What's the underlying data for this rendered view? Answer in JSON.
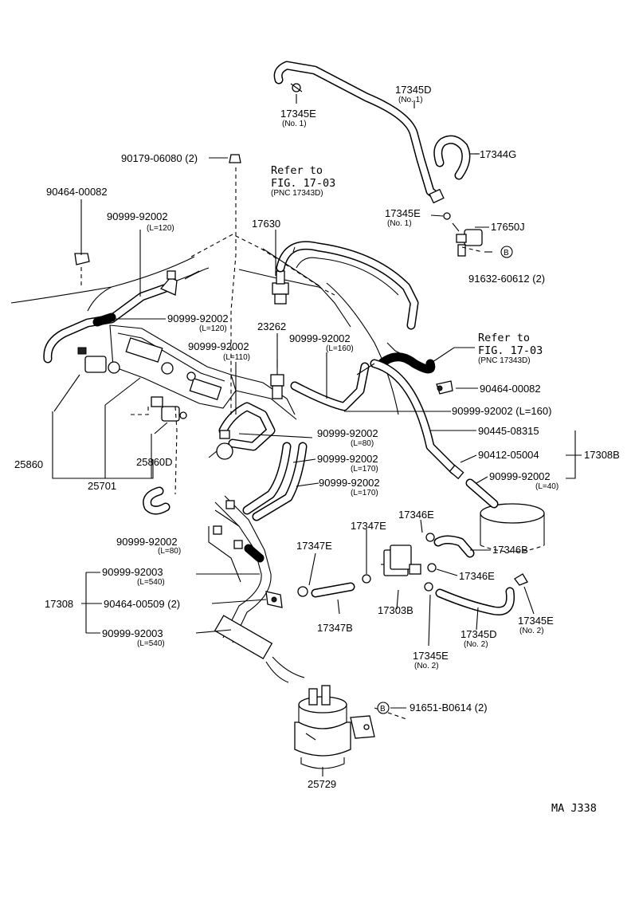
{
  "diagram_code": "MA  J338",
  "refer_blocks": [
    {
      "id": "refer1",
      "line1": "Refer to",
      "line2": "FIG. 17-03",
      "line3": "(PNC 17343D)"
    },
    {
      "id": "refer2",
      "line1": "Refer to",
      "line2": "FIG. 17-03",
      "line3": "(PNC 17343D)"
    }
  ],
  "labels": {
    "p17345D_1": {
      "text": "17345D",
      "sub": "(No. 1)"
    },
    "p17345E_top": {
      "text": "17345E",
      "sub": "(No. 1)"
    },
    "p17344G": {
      "text": "17344G"
    },
    "p17345E_mid": {
      "text": "17345E",
      "sub": "(No. 1)"
    },
    "p17650J": {
      "text": "17650J"
    },
    "p91632": {
      "text": "91632-60612 (2)",
      "circle": "B"
    },
    "p90179": {
      "text": "90179-06080 (2)"
    },
    "p90464_00082_left": {
      "text": "90464-00082"
    },
    "p90999_L120_top": {
      "text": "90999-92002",
      "sub": "(L=120)"
    },
    "p17630": {
      "text": "17630"
    },
    "p90999_L120_mid": {
      "text": "90999-92002",
      "sub": "(L=120)"
    },
    "p23262": {
      "text": "23262"
    },
    "p90999_L110": {
      "text": "90999-92002",
      "sub": "(L=110)"
    },
    "p90999_L160_top": {
      "text": "90999-92002",
      "sub": "(L=160)"
    },
    "p90464_00082_right": {
      "text": "90464-00082"
    },
    "p90999_L160_right": {
      "text": "90999-92002 (L=160)"
    },
    "p90445": {
      "text": "90445-08315"
    },
    "p90412": {
      "text": "90412-05004"
    },
    "p17308B": {
      "text": "17308B"
    },
    "p90999_L40": {
      "text": "90999-92002",
      "sub": "(L=40)"
    },
    "p90999_L80_mid": {
      "text": "90999-92002",
      "sub": "(L=80)"
    },
    "p90999_L170_a": {
      "text": "90999-92002",
      "sub": "(L=170)"
    },
    "p90999_L170_b": {
      "text": "90999-92002",
      "sub": "(L=170)"
    },
    "p25860": {
      "text": "25860"
    },
    "p25860D": {
      "text": "25860D"
    },
    "p25701": {
      "text": "25701"
    },
    "p90999_L80_left": {
      "text": "90999-92002",
      "sub": "(L=80)"
    },
    "p17346E_a": {
      "text": "17346E"
    },
    "p17347E_a": {
      "text": "17347E"
    },
    "p17347E_b": {
      "text": "17347E"
    },
    "p17346B": {
      "text": "17346B"
    },
    "p17346E_b": {
      "text": "17346E"
    },
    "p90999_92003_a": {
      "text": "90999-92003",
      "sub": "(L=540)"
    },
    "p90464_00509": {
      "text": "90464-00509 (2)"
    },
    "p17308": {
      "text": "17308"
    },
    "p90999_92003_b": {
      "text": "90999-92003",
      "sub": "(L=540)"
    },
    "p17347B": {
      "text": "17347B"
    },
    "p17303B": {
      "text": "17303B"
    },
    "p17345D_2": {
      "text": "17345D",
      "sub": "(No. 2)"
    },
    "p17345E_r": {
      "text": "17345E",
      "sub": "(No. 2)"
    },
    "p17345E_b": {
      "text": "17345E",
      "sub": "(No. 2)"
    },
    "p91651": {
      "text": "91651-B0614 (2)",
      "circle": "B"
    },
    "p25729": {
      "text": "25729"
    }
  }
}
